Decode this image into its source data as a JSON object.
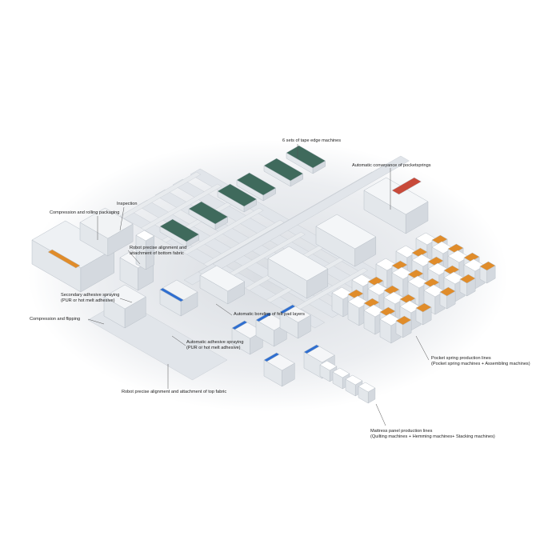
{
  "colors": {
    "machine": "#f4f6f8",
    "machine_edge": "#b9c0c8",
    "conveyor": "#e1e5ea",
    "accent_green": "#3f6a5c",
    "accent_orange": "#e08c2a",
    "accent_blue": "#2f6fd1",
    "accent_red": "#c84a3a",
    "leader_line": "#555555"
  },
  "labels": {
    "tape_edge": "6 sets of tape edge machines",
    "conveyance": "Automatic conveyance of pocketsprings",
    "inspection": "Inspection",
    "compression_rolling": "Compression and rolling packaging",
    "robot_bottom_l1": "Robot precise alignment and",
    "robot_bottom_l2": "attachment of bottom fabric",
    "secondary_spray_l1": "Secondary adhesive spraying",
    "secondary_spray_l2": "(PUR or hot melt adhesive)",
    "felt_bonding": "Automatic bonding of felt pad layers",
    "compression_flipping": "Compression and flipping",
    "auto_spray_l1": "Automatic adhesive spraying",
    "auto_spray_l2": "(PUR or hot melt adhesive)",
    "robot_top": "Robot precise alignment and attachment of top fabric",
    "pocket_lines_l1": "Pocket spring production lines",
    "pocket_lines_l2": "(Pocket spring machines + Assembling machines)",
    "panel_lines_l1": "Mattress panel production lines",
    "panel_lines_l2": "(Quilting machines + Hemming machines+ Stacking machines)"
  }
}
